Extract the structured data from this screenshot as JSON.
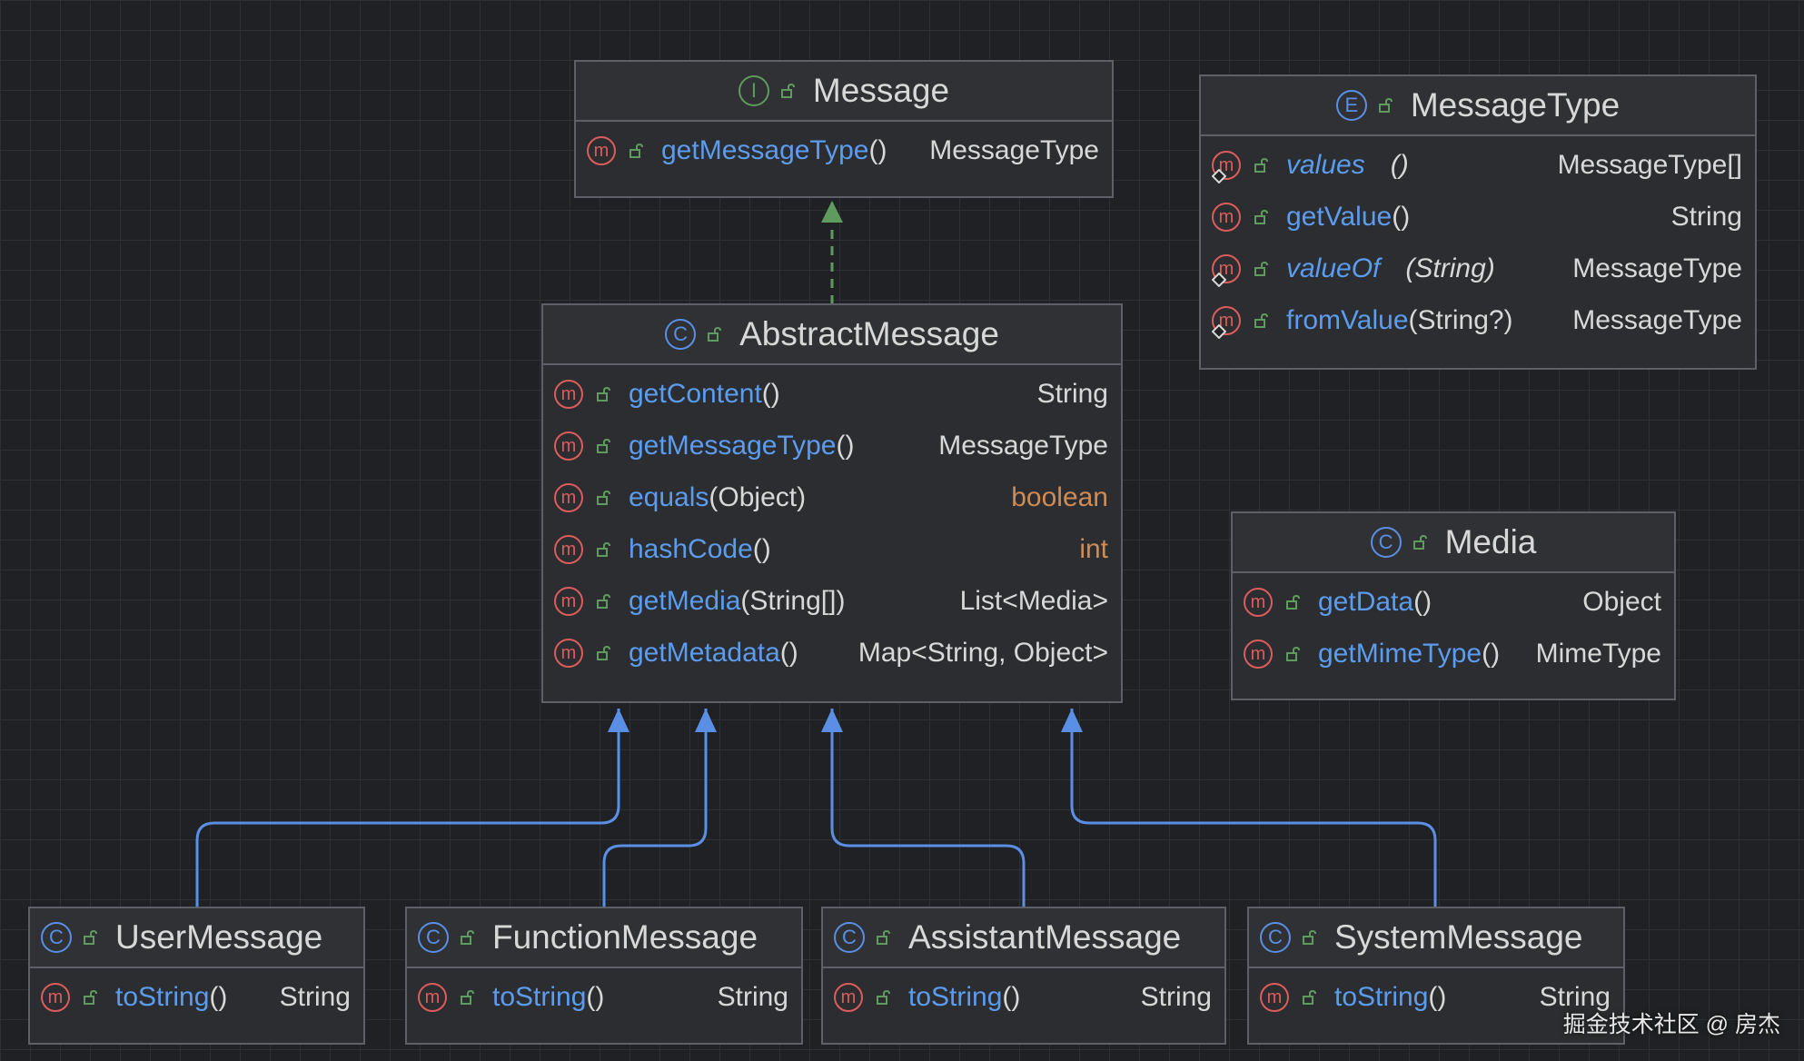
{
  "colors": {
    "background": "#202124",
    "box_fill": "#2b2d30",
    "box_border": "#5d6066",
    "class_icon": "#5b8fe5",
    "interface_icon": "#5f9a5f",
    "method_icon": "#dd5c5c",
    "method_name": "#5c9cef",
    "primitive_type": "#d08b54",
    "inheritance_arrow": "#5b8fe5",
    "realization_arrow": "#5f9a5f"
  },
  "boxes": {
    "message": {
      "kind": "I",
      "kind_icon": "interface-icon",
      "title": "Message",
      "members": [
        {
          "name": "getMessageType",
          "params": "()",
          "return_type": "MessageType"
        }
      ]
    },
    "message_type": {
      "kind": "E",
      "kind_icon": "enum-icon",
      "title": "MessageType",
      "members": [
        {
          "name": "values",
          "params": "()",
          "return_type": "MessageType[]"
        },
        {
          "name": "getValue",
          "params": "()",
          "return_type": "String"
        },
        {
          "name": "valueOf",
          "params": "(String)",
          "return_type": "MessageType"
        },
        {
          "name": "fromValue",
          "params": "(String?)",
          "return_type": "MessageType"
        }
      ]
    },
    "abstract_message": {
      "kind": "C",
      "kind_icon": "class-icon",
      "title": "AbstractMessage",
      "members": [
        {
          "name": "getContent",
          "params": "()",
          "return_type": "String"
        },
        {
          "name": "getMessageType",
          "params": "()",
          "return_type": "MessageType"
        },
        {
          "name": "equals",
          "params": "(Object)",
          "return_type": "boolean"
        },
        {
          "name": "hashCode",
          "params": "()",
          "return_type": "int"
        },
        {
          "name": "getMedia",
          "params": "(String[])",
          "return_type": "List<Media>"
        },
        {
          "name": "getMetadata",
          "params": "()",
          "return_type": "Map<String, Object>"
        }
      ]
    },
    "media": {
      "kind": "C",
      "kind_icon": "class-icon",
      "title": "Media",
      "members": [
        {
          "name": "getData",
          "params": "()",
          "return_type": "Object"
        },
        {
          "name": "getMimeType",
          "params": "()",
          "return_type": "MimeType"
        }
      ]
    },
    "user_message": {
      "kind": "C",
      "kind_icon": "class-icon",
      "title": "UserMessage",
      "members": [
        {
          "name": "toString",
          "params": "()",
          "return_type": "String"
        }
      ]
    },
    "function_message": {
      "kind": "C",
      "kind_icon": "class-icon",
      "title": "FunctionMessage",
      "members": [
        {
          "name": "toString",
          "params": "()",
          "return_type": "String"
        }
      ]
    },
    "assistant_message": {
      "kind": "C",
      "kind_icon": "class-icon",
      "title": "AssistantMessage",
      "members": [
        {
          "name": "toString",
          "params": "()",
          "return_type": "String"
        }
      ]
    },
    "system_message": {
      "kind": "C",
      "kind_icon": "class-icon",
      "title": "SystemMessage",
      "members": [
        {
          "name": "toString",
          "params": "()",
          "return_type": "String"
        }
      ]
    }
  },
  "relationships": [
    {
      "from": "AbstractMessage",
      "to": "Message",
      "type": "realization"
    },
    {
      "from": "UserMessage",
      "to": "AbstractMessage",
      "type": "inheritance"
    },
    {
      "from": "FunctionMessage",
      "to": "AbstractMessage",
      "type": "inheritance"
    },
    {
      "from": "AssistantMessage",
      "to": "AbstractMessage",
      "type": "inheritance"
    },
    {
      "from": "SystemMessage",
      "to": "AbstractMessage",
      "type": "inheritance"
    }
  ],
  "watermark": "掘金技术社区 @ 房杰"
}
